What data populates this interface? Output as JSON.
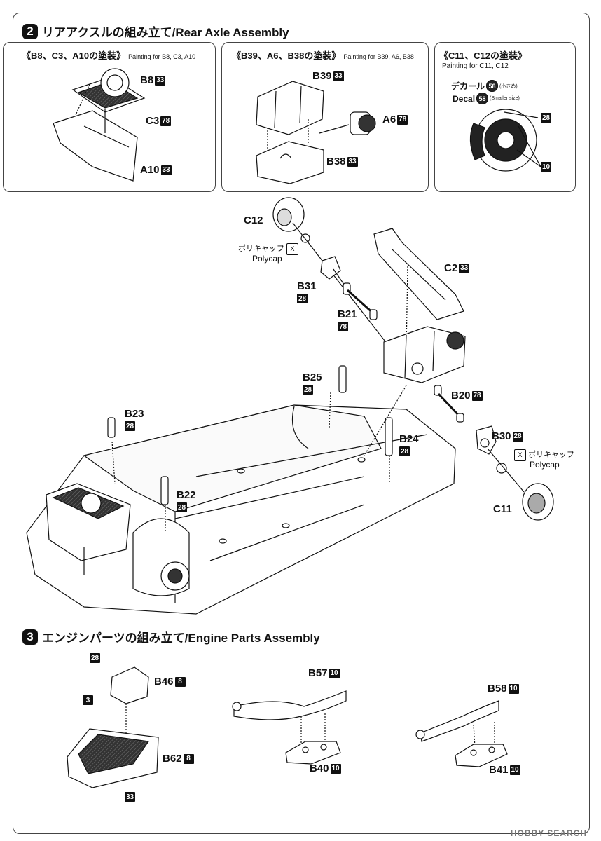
{
  "step2": {
    "number": "2",
    "title": "リアアクスルの組み立て/Rear Axle Assembly",
    "box1": {
      "title": "《B8、C3、A10の塗装》",
      "sub": "Painting for B8, C3, A10",
      "labels": [
        {
          "part": "B8",
          "color": "33"
        },
        {
          "part": "C3",
          "color": "78"
        },
        {
          "part": "A10",
          "color": "33"
        }
      ]
    },
    "box2": {
      "title": "《B39、A6、B38の塗装》",
      "sub": "Painting for B39, A6, B38",
      "labels": [
        {
          "part": "B39",
          "color": "33"
        },
        {
          "part": "A6",
          "color": "78"
        },
        {
          "part": "B38",
          "color": "33"
        }
      ]
    },
    "box3": {
      "title": "《C11、C12の塗装》",
      "sub": "Painting for C11, C12",
      "decal_jp": "デカール",
      "decal_en": "Decal",
      "decal_no": "58",
      "decal_jp_note": "(小さめ)",
      "decal_en_note": "(Smaller size)",
      "color_a": "28",
      "color_b": "10"
    },
    "polycap_jp": "ポリキャップ",
    "polycap_en": "Polycap",
    "polycap_icon": "X",
    "parts": [
      {
        "part": "C12",
        "color": ""
      },
      {
        "part": "B31",
        "color": "28"
      },
      {
        "part": "B21",
        "color": "78"
      },
      {
        "part": "C2",
        "color": "33"
      },
      {
        "part": "B25",
        "color": "28"
      },
      {
        "part": "B20",
        "color": "78"
      },
      {
        "part": "B23",
        "color": "28"
      },
      {
        "part": "B24",
        "color": "28"
      },
      {
        "part": "B30",
        "color": "28"
      },
      {
        "part": "B22",
        "color": "28"
      },
      {
        "part": "C11",
        "color": ""
      }
    ]
  },
  "step3": {
    "number": "3",
    "title": "エンジンパーツの組み立て/Engine Parts Assembly",
    "parts": [
      {
        "part": "B46",
        "color": "8"
      },
      {
        "part": "B62",
        "color": "8"
      },
      {
        "part": "B57",
        "color": "10"
      },
      {
        "part": "B40",
        "color": "10"
      },
      {
        "part": "B58",
        "color": "10"
      },
      {
        "part": "B41",
        "color": "10"
      }
    ],
    "color_28": "28",
    "color_3": "3",
    "color_33": "33"
  },
  "watermark": "HOBBY SEARCH"
}
